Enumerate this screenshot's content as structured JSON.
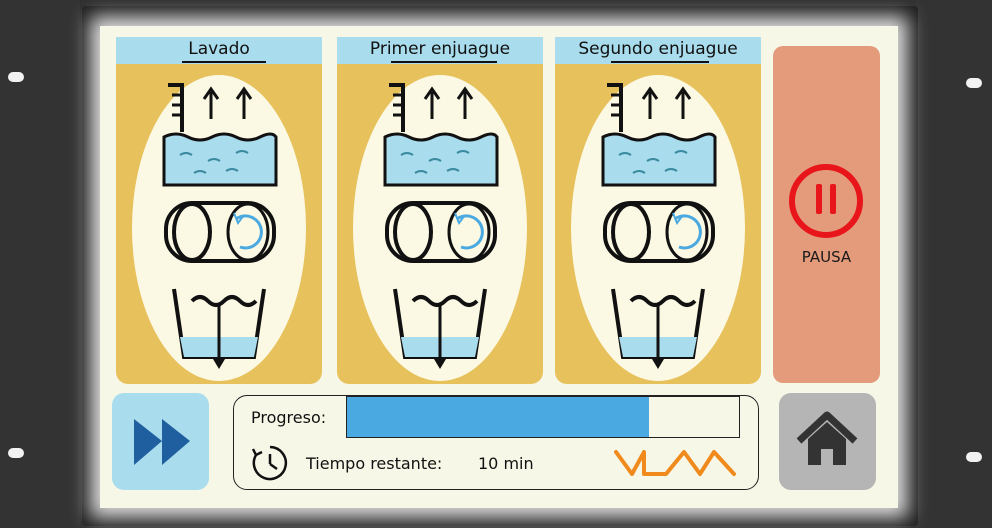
{
  "stages": [
    {
      "title": "Lavado"
    },
    {
      "title": "Primer enjuague"
    },
    {
      "title": "Segundo enjuague"
    }
  ],
  "pause": {
    "label": "PAUSA"
  },
  "progress": {
    "label": "Progreso:",
    "value_fraction": 0.77
  },
  "remaining": {
    "label": "Tiempo restante:",
    "value": "10 min"
  },
  "colors": {
    "panel": "#e7c15c",
    "header": "#a9dcec",
    "progress_fill": "#4aa9e0",
    "pause_panel": "#e39b7b",
    "pause_icon": "#e8161b",
    "logo": "#f08a1c",
    "forward_icon": "#1f5fa0"
  },
  "icons": {
    "stage": [
      "water-fill-icon",
      "drum-rotation-icon",
      "drain-icon"
    ],
    "forward": "fast-forward-icon",
    "home": "home-icon",
    "pause": "pause-icon",
    "clock": "clock-icon",
    "brand": "brand-logo-icon"
  }
}
